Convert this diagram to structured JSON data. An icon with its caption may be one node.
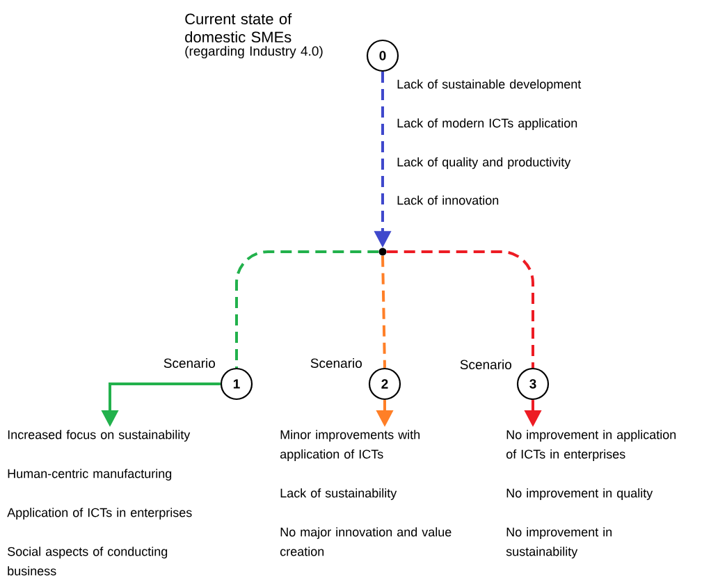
{
  "diagram": {
    "nodes": [
      {
        "text": [
          "0"
        ],
        "beside": [
          "Current state of domestic SMEs",
          "(regarding Industry 4.0)"
        ]
      },
      {
        "text": [],
        "shape": "circle"
      },
      {
        "text": [
          "1"
        ],
        "beside": [
          "Scenario"
        ]
      },
      {
        "text": [
          "2"
        ],
        "beside": [
          "Scenario"
        ]
      },
      {
        "text": [
          "3"
        ],
        "beside": [
          "Scenario"
        ]
      }
    ],
    "edges": [
      {
        "from": 0,
        "to": 1,
        "arrow": "to",
        "style": "dashed",
        "color": "#3f48cc"
      },
      {
        "from": 1,
        "to": 2,
        "arrow": "none",
        "style": "dashed",
        "color": "#22b14c"
      },
      {
        "from": 1,
        "to": 3,
        "arrow": "none",
        "style": "dashed",
        "color": "#ff7f27"
      },
      {
        "from": 1,
        "to": 4,
        "arrow": "none",
        "style": "dashed",
        "color": "#ed1c24"
      },
      {
        "from": 2,
        "to": null,
        "arrow": "to",
        "color": "#22b14c"
      },
      {
        "from": 3,
        "to": null,
        "arrow": "to",
        "color": "#ff7f27"
      },
      {
        "from": 4,
        "to": null,
        "arrow": "to",
        "color": "#ed1c24"
      }
    ],
    "labels": [
      "Lack of sustainable development",
      "Lack of modern ICTs application",
      "Lack of quality and productivity",
      "Lack of innovation",
      "Increased focus on sustainability",
      "Human-centric manufacturing",
      "Application of ICTs in enterprises",
      "Social aspects of conducting business",
      "Minor improvements with application of ICTs",
      "Lack of sustainability",
      "No major innovation and value creation",
      "No improvement in application of ICTs in enterprises",
      "No improvement in quality",
      "No improvement in sustainability"
    ]
  }
}
